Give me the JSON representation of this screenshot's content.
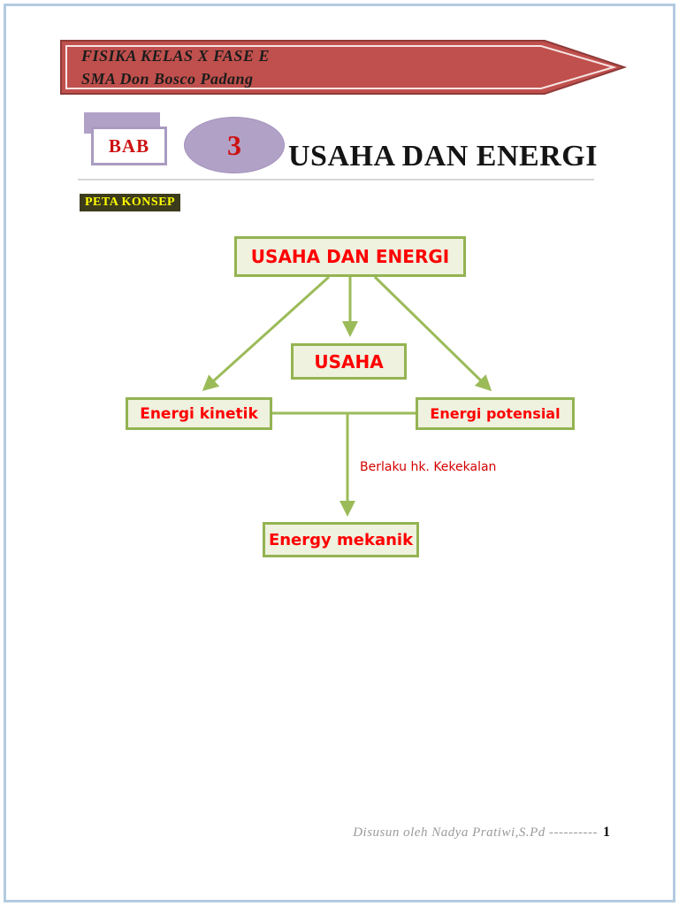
{
  "banner": {
    "line1": "FISIKA KELAS X FASE E",
    "line2": "SMA Don Bosco Padang"
  },
  "chapter": {
    "bab_label": "BAB",
    "number": "3",
    "title": "USAHA DAN ENERGI"
  },
  "section": {
    "label": "PETA KONSEP"
  },
  "diagram": {
    "nodes": {
      "root": "USAHA DAN ENERGI",
      "usaha": "USAHA",
      "kinetik": "Energi kinetik",
      "potensial": "Energi potensial",
      "mekanik": "Energy mekanik"
    },
    "annotation": "Berlaku hk. Kekekalan",
    "edges": [
      {
        "from": "root",
        "to": "usaha"
      },
      {
        "from": "root",
        "to": "kinetik"
      },
      {
        "from": "root",
        "to": "potensial"
      },
      {
        "from": "kinetik-potensial connector",
        "to": "mekanik"
      }
    ]
  },
  "footer": {
    "credit": "Disusun oleh Nadya Pratiwi,S.Pd ----------",
    "page": "1"
  },
  "colors": {
    "banner_fill": "#c0504d",
    "banner_border": "#8e3a38",
    "purple_accent": "#b2a1c7",
    "node_fill": "#eef2df",
    "node_border": "#94b352",
    "arrow": "#9bbb59",
    "node_text": "#ff0000",
    "section_bg": "#3c3b1c",
    "section_text": "#ffff00",
    "page_border": "#b3cbe2"
  }
}
